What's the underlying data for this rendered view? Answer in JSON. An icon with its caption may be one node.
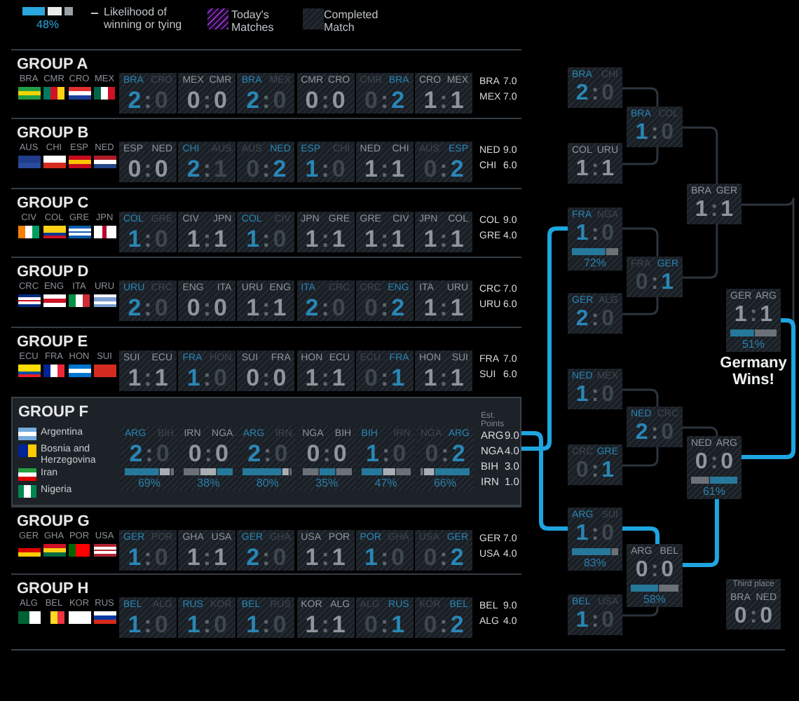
{
  "diagram": {
    "nodes": [
      {
        "text": [
          "GROUP A",
          "BRA",
          "CMR",
          "CRO",
          "MEX",
          "BRA",
          "7.0",
          "MEX",
          "7.0"
        ]
      },
      {
        "in": 0,
        "text": [
          "BRA",
          "CRO",
          "2:0"
        ]
      },
      {
        "in": 0,
        "text": [
          "MEX",
          "CMR",
          "0:0"
        ]
      },
      {
        "in": 0,
        "text": [
          "BRA",
          "MEX",
          "2:0"
        ]
      },
      {
        "in": 0,
        "text": [
          "CMR",
          "CRO",
          "0:0"
        ]
      },
      {
        "in": 0,
        "text": [
          "CMR",
          "BRA",
          "0:2"
        ]
      },
      {
        "in": 0,
        "text": [
          "CRO",
          "MEX",
          "1:1"
        ]
      },
      {
        "text": [
          "GROUP B",
          "AUS",
          "CHI",
          "ESP",
          "NED",
          "NED",
          "9.0",
          "CHI",
          "6.0"
        ]
      },
      {
        "in": 7,
        "text": [
          "ESP",
          "NED",
          "0:0"
        ]
      },
      {
        "in": 7,
        "text": [
          "CHI",
          "AUS",
          "2:1"
        ]
      },
      {
        "in": 7,
        "text": [
          "AUS",
          "NED",
          "0:2"
        ]
      },
      {
        "in": 7,
        "text": [
          "ESP",
          "CHI",
          "1:0"
        ]
      },
      {
        "in": 7,
        "text": [
          "NED",
          "CHI",
          "1:1"
        ]
      },
      {
        "in": 7,
        "text": [
          "AUS",
          "ESP",
          "0:2"
        ]
      },
      {
        "text": [
          "GROUP C",
          "CIV",
          "COL",
          "GRE",
          "JPN",
          "COL",
          "9.0",
          "GRE",
          "4.0"
        ]
      },
      {
        "in": 14,
        "text": [
          "COL",
          "GRE",
          "1:0"
        ]
      },
      {
        "in": 14,
        "text": [
          "CIV",
          "JPN",
          "1:1"
        ]
      },
      {
        "in": 14,
        "text": [
          "COL",
          "CIV",
          "1:0"
        ]
      },
      {
        "in": 14,
        "text": [
          "JPN",
          "GRE",
          "1:1"
        ]
      },
      {
        "in": 14,
        "text": [
          "GRE",
          "CIV",
          "1:1"
        ]
      },
      {
        "in": 14,
        "text": [
          "JPN",
          "COL",
          "1:1"
        ]
      },
      {
        "text": [
          "GROUP D",
          "CRC",
          "ENG",
          "ITA",
          "URU",
          "CRC",
          "7.0",
          "URU",
          "6.0"
        ]
      },
      {
        "in": 21,
        "text": [
          "URU",
          "CRC",
          "2:0"
        ]
      },
      {
        "in": 21,
        "text": [
          "ENG",
          "ITA",
          "0:0"
        ]
      },
      {
        "in": 21,
        "text": [
          "URU",
          "ENG",
          "1:1"
        ]
      },
      {
        "in": 21,
        "text": [
          "ITA",
          "CRC",
          "2:0"
        ]
      },
      {
        "in": 21,
        "text": [
          "CRC",
          "ENG",
          "0:2"
        ]
      },
      {
        "in": 21,
        "text": [
          "ITA",
          "URU",
          "1:1"
        ]
      },
      {
        "text": [
          "GROUP E",
          "ECU",
          "FRA",
          "HON",
          "SUI",
          "FRA",
          "7.0",
          "SUI",
          "6.0"
        ]
      },
      {
        "in": 28,
        "text": [
          "SUI",
          "ECU",
          "1:1"
        ]
      },
      {
        "in": 28,
        "text": [
          "FRA",
          "HON",
          "1:0"
        ]
      },
      {
        "in": 28,
        "text": [
          "SUI",
          "FRA",
          "0:0"
        ]
      },
      {
        "in": 28,
        "text": [
          "HON",
          "ECU",
          "1:1"
        ]
      },
      {
        "in": 28,
        "text": [
          "ECU",
          "FRA",
          "0:1"
        ]
      },
      {
        "in": 28,
        "text": [
          "HON",
          "SUI",
          "1:1"
        ]
      },
      {
        "text": [
          "GROUP F",
          "Argentina",
          "Bosnia and Herzegovina",
          "Iran",
          "Nigeria",
          "Est. Points",
          "ARG",
          "9.0",
          "NGA",
          "4.0",
          "BIH",
          "3.0",
          "IRN",
          "1.0"
        ]
      },
      {
        "in": 35,
        "text": [
          "ARG",
          "BIH",
          "2:0",
          "69%"
        ]
      },
      {
        "in": 35,
        "text": [
          "IRN",
          "NGA",
          "0:0",
          "38%"
        ]
      },
      {
        "in": 35,
        "text": [
          "ARG",
          "IRN",
          "2:0",
          "80%"
        ]
      },
      {
        "in": 35,
        "text": [
          "NGA",
          "BIH",
          "0:0",
          "35%"
        ]
      },
      {
        "in": 35,
        "text": [
          "BIH",
          "IRN",
          "1:0",
          "47%"
        ]
      },
      {
        "in": 35,
        "text": [
          "NGA",
          "ARG",
          "0:2",
          "66%"
        ]
      },
      {
        "text": [
          "GROUP G",
          "GER",
          "GHA",
          "POR",
          "USA",
          "GER",
          "7.0",
          "USA",
          "4.0"
        ]
      },
      {
        "in": 42,
        "text": [
          "GER",
          "POR",
          "1:0"
        ]
      },
      {
        "in": 42,
        "text": [
          "GHA",
          "USA",
          "1:1"
        ]
      },
      {
        "in": 42,
        "text": [
          "GER",
          "GHA",
          "2:0"
        ]
      },
      {
        "in": 42,
        "text": [
          "USA",
          "POR",
          "1:1"
        ]
      },
      {
        "in": 42,
        "text": [
          "POR",
          "GHA",
          "1:0"
        ]
      },
      {
        "in": 42,
        "text": [
          "USA",
          "GER",
          "0:2"
        ]
      },
      {
        "text": [
          "GROUP H",
          "ALG",
          "BEL",
          "KOR",
          "RUS",
          "BEL",
          "9.0",
          "ALG",
          "4.0"
        ]
      },
      {
        "in": 49,
        "text": [
          "BEL",
          "ALG",
          "1:0"
        ]
      },
      {
        "in": 49,
        "text": [
          "RUS",
          "KOR",
          "1:0"
        ]
      },
      {
        "in": 49,
        "text": [
          "BEL",
          "RUS",
          "1:0"
        ]
      },
      {
        "in": 49,
        "text": [
          "KOR",
          "ALG",
          "1:1"
        ]
      },
      {
        "in": 49,
        "text": [
          "ALG",
          "RUS",
          "0:1"
        ]
      },
      {
        "in": 49,
        "text": [
          "KOR",
          "BEL",
          "0:2"
        ]
      },
      {
        "text": [
          "BRA",
          "CHI",
          "2:0"
        ]
      },
      {
        "text": [
          "COL",
          "URU",
          "1:1"
        ]
      },
      {
        "text": [
          "FRA",
          "NGA",
          "1:0",
          "72%"
        ]
      },
      {
        "text": [
          "GER",
          "ALG",
          "2:0"
        ]
      },
      {
        "text": [
          "NED",
          "MEX",
          "1:0"
        ]
      },
      {
        "text": [
          "CRC",
          "GRE",
          "0:1"
        ]
      },
      {
        "text": [
          "ARG",
          "SUI",
          "1:0",
          "83%"
        ]
      },
      {
        "text": [
          "BEL",
          "USA",
          "1:0"
        ]
      },
      {
        "text": [
          "BRA",
          "COL",
          "1:0"
        ]
      },
      {
        "text": [
          "FRA",
          "GER",
          "0:1"
        ]
      },
      {
        "text": [
          "NED",
          "CRC",
          "2:0"
        ]
      },
      {
        "text": [
          "ARG",
          "BEL",
          "0:0",
          "58%"
        ]
      },
      {
        "text": [
          "BRA",
          "GER",
          "1:1"
        ]
      },
      {
        "text": [
          "NED",
          "ARG",
          "0:0",
          "61%"
        ]
      },
      {
        "text": [
          "GER",
          "ARG",
          "1:1",
          "51%"
        ],
        "beside": [
          "Germany Wins!"
        ]
      },
      {
        "text": [
          "Third place",
          "BRA",
          "NED",
          "0:0"
        ]
      }
    ],
    "edges": [
      {
        "from": 56,
        "to": 64,
        "arrow": "none"
      },
      {
        "from": 57,
        "to": 64,
        "arrow": "none"
      },
      {
        "from": 58,
        "to": 65,
        "arrow": "none"
      },
      {
        "from": 59,
        "to": 65,
        "arrow": "none"
      },
      {
        "from": 64,
        "to": 68,
        "arrow": "none"
      },
      {
        "from": 65,
        "to": 68,
        "arrow": "none"
      },
      {
        "from": 68,
        "to": 70,
        "arrow": "none"
      },
      {
        "from": 60,
        "to": 66,
        "arrow": "none"
      },
      {
        "from": 61,
        "to": 66,
        "arrow": "none"
      },
      {
        "from": 62,
        "to": 67,
        "arrow": "none",
        "style": "thick",
        "color": "#1ea5e0"
      },
      {
        "from": 63,
        "to": 67,
        "arrow": "none"
      },
      {
        "from": 66,
        "to": 69,
        "arrow": "none"
      },
      {
        "from": 67,
        "to": 69,
        "arrow": "none",
        "style": "thick",
        "color": "#1ea5e0"
      },
      {
        "from": 69,
        "to": 70,
        "arrow": "none",
        "style": "thick",
        "color": "#1ea5e0"
      },
      {
        "from": 35,
        "to": 58,
        "arrow": "none",
        "style": "thick",
        "color": "#1ea5e0"
      },
      {
        "from": 35,
        "to": 62,
        "arrow": "none",
        "style": "thick",
        "color": "#1ea5e0"
      }
    ],
    "labels": [
      "48%"
    ],
    "legend": [
      {
        "text": "Likelihood of winning or tying"
      },
      {
        "text": "Today's Matches"
      },
      {
        "text": "Completed Match"
      }
    ]
  }
}
